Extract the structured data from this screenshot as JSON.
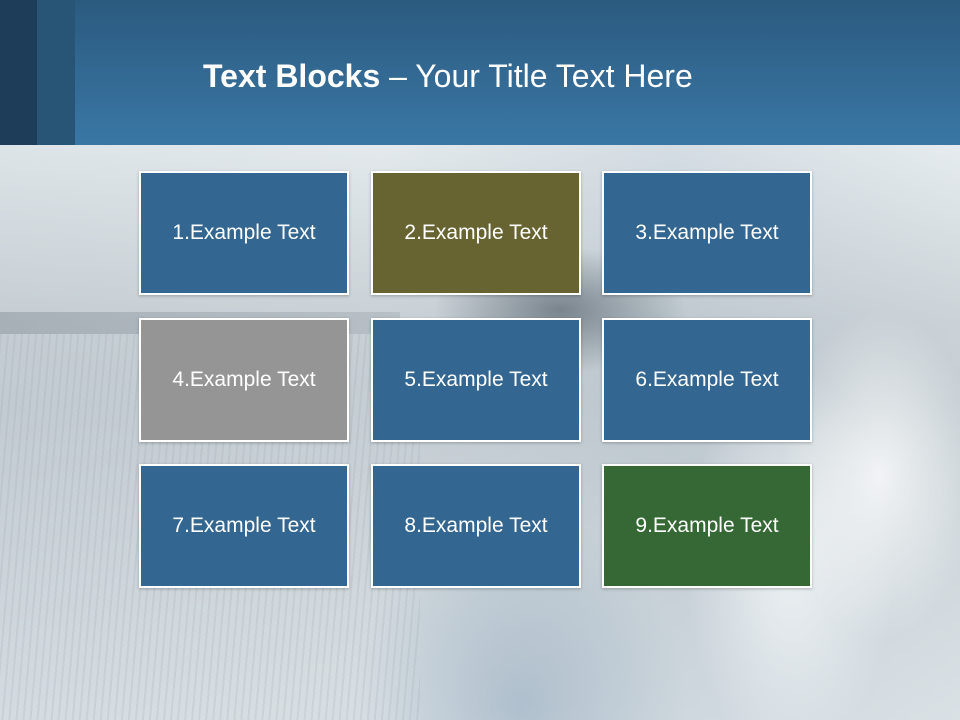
{
  "slide": {
    "title_bold": "Text Blocks",
    "title_rest": " – Your Title Text Here"
  },
  "blocks": [
    {
      "label": "1.Example Text",
      "color": "#336690"
    },
    {
      "label": "2.Example Text",
      "color": "#676432"
    },
    {
      "label": "3.Example Text",
      "color": "#336690"
    },
    {
      "label": "4.Example Text",
      "color": "#959595"
    },
    {
      "label": "5.Example Text",
      "color": "#336690"
    },
    {
      "label": "6.Example Text",
      "color": "#336690"
    },
    {
      "label": "7.Example Text",
      "color": "#336690"
    },
    {
      "label": "8.Example Text",
      "color": "#336690"
    },
    {
      "label": "9.Example Text",
      "color": "#356834"
    }
  ],
  "colors": {
    "header_top": "#2b5a7f",
    "header_bottom": "#3a77a5",
    "accent_dark": "#1d3d58",
    "accent_mid": "#285475"
  }
}
